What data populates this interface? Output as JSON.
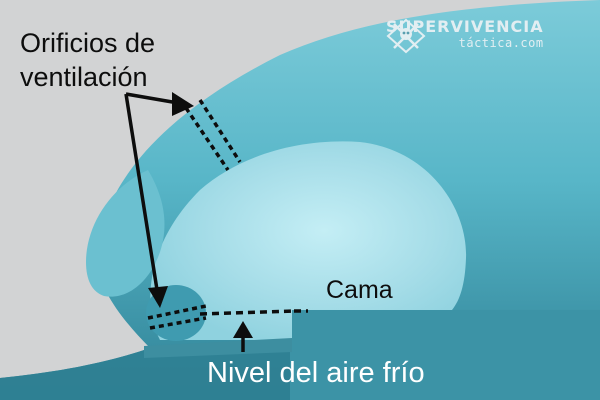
{
  "labels": {
    "vents_line1": "Orificios de",
    "vents_line2": "ventilación",
    "bed": "Cama",
    "cold_air": "Nivel del aire frío"
  },
  "watermark": {
    "main": "SUPERVIVENCIA",
    "sub": "táctica.com",
    "icon": "crossed-knives-skull-icon"
  },
  "colors": {
    "background": "#d2d3d4",
    "snow": "#4fb0c3",
    "snow_ground": "#3a8d9f",
    "chamber": "#9fd9e4",
    "chamber_center": "#c6eef4",
    "vent_lines": "#0d0d0d",
    "label_text": "#0d0d0d",
    "cold_air_text": "#ffffff"
  }
}
